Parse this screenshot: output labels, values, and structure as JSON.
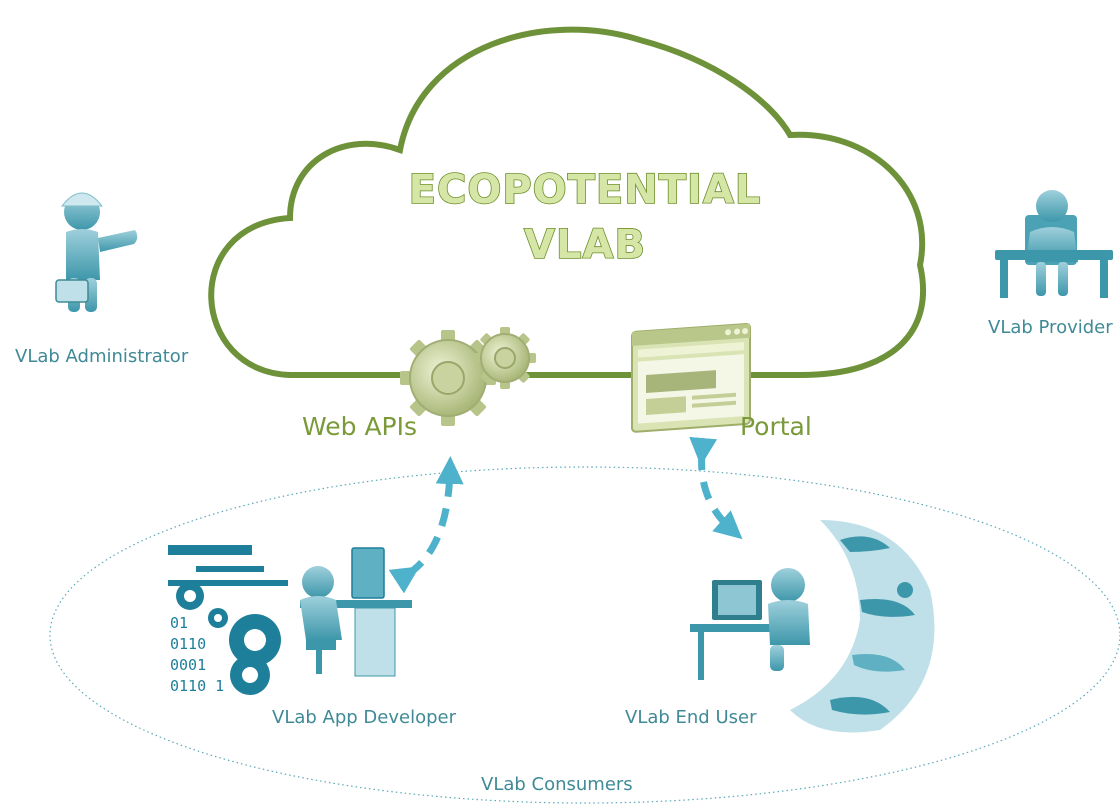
{
  "cloud": {
    "title_line1": "ECOPOTENTIAL",
    "title_line2": "VLAB"
  },
  "nodes": {
    "web_apis": "Web APIs",
    "portal": "Portal"
  },
  "roles": {
    "administrator": "VLab Administrator",
    "provider": "VLab Provider",
    "app_developer": "VLab App Developer",
    "end_user": "VLab End User"
  },
  "consumers_group": "VLab Consumers",
  "binary_code": [
    "01",
    "0110",
    "0001",
    "0110 1"
  ],
  "colors": {
    "cloud_outline": "#6e9239",
    "label_green": "#7a9a3a",
    "teal": "#3f8a96",
    "arrow": "#4fb2cc"
  }
}
